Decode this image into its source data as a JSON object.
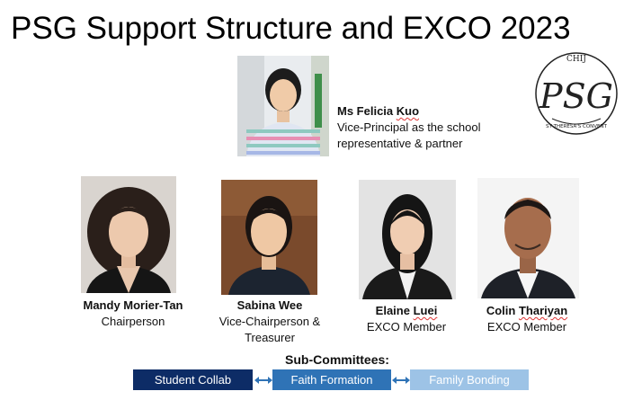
{
  "title": "PSG Support Structure and EXCO 2023",
  "logo": {
    "top_text": "CHIJ",
    "center_text": "PSG",
    "bottom_text": "ST THERESA'S CONVENT"
  },
  "representative": {
    "name": "Ms Felicia Kuo",
    "name_prefix": "Ms Felicia ",
    "name_last": "Kuo",
    "role_line1": "Vice-Principal as the school",
    "role_line2": "representative & partner"
  },
  "members": [
    {
      "name": "Mandy Morier-Tan",
      "role_line1": "Chairperson",
      "role_line2": ""
    },
    {
      "name": "Sabina Wee",
      "role_line1": "Vice-Chairperson &",
      "role_line2": "Treasurer"
    },
    {
      "name": "Elaine Luei",
      "name_first": "Elaine ",
      "name_last": "Luei",
      "role_line1": "EXCO Member",
      "role_line2": ""
    },
    {
      "name": "Colin Thariyan",
      "name_first": "Colin ",
      "name_last": "Thariyan",
      "role_line1": "EXCO Member",
      "role_line2": ""
    }
  ],
  "subcommittees": {
    "title": "Sub-Committees:",
    "items": [
      {
        "label": "Student Collab",
        "color": "#0d2c66"
      },
      {
        "label": "Faith Formation",
        "color": "#2f73b6"
      },
      {
        "label": "Family Bonding",
        "color": "#9dc3e6"
      }
    ],
    "arrow_color": "#2f73b6"
  }
}
